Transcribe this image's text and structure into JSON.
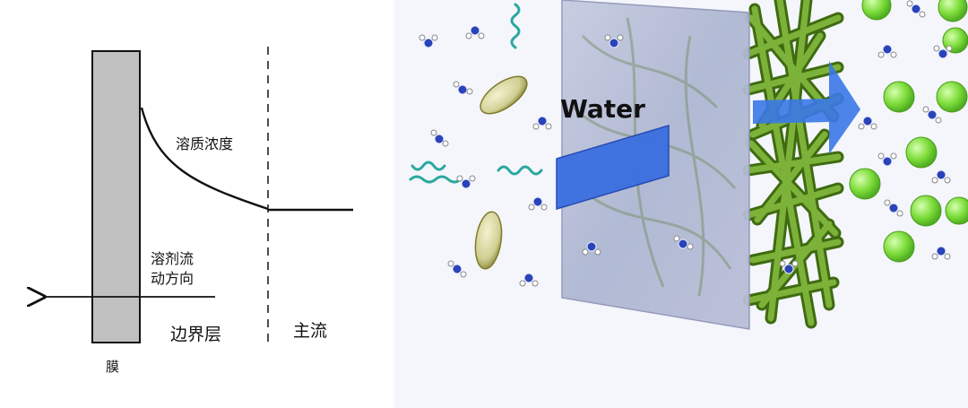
{
  "left_diagram": {
    "curve_label": "溶质浓度",
    "flow_label_line1": "溶剂流",
    "flow_label_line2": "动方向",
    "boundary_label": "边界层",
    "bulk_label": "主流",
    "membrane_label": "膜"
  },
  "right_illustration": {
    "water_label": "Water"
  },
  "colors": {
    "membrane_gray": "#c0c0c0",
    "membrane_panel": "#b8bed6",
    "water_arrow": "#3a78e8",
    "fiber_green": "#5a8a1e",
    "solute_green": "#7ddc3a",
    "ellipse_olive": "#c9c88a",
    "helix_teal": "#2aa8a0",
    "water_oxygen": "#2a43b8"
  }
}
